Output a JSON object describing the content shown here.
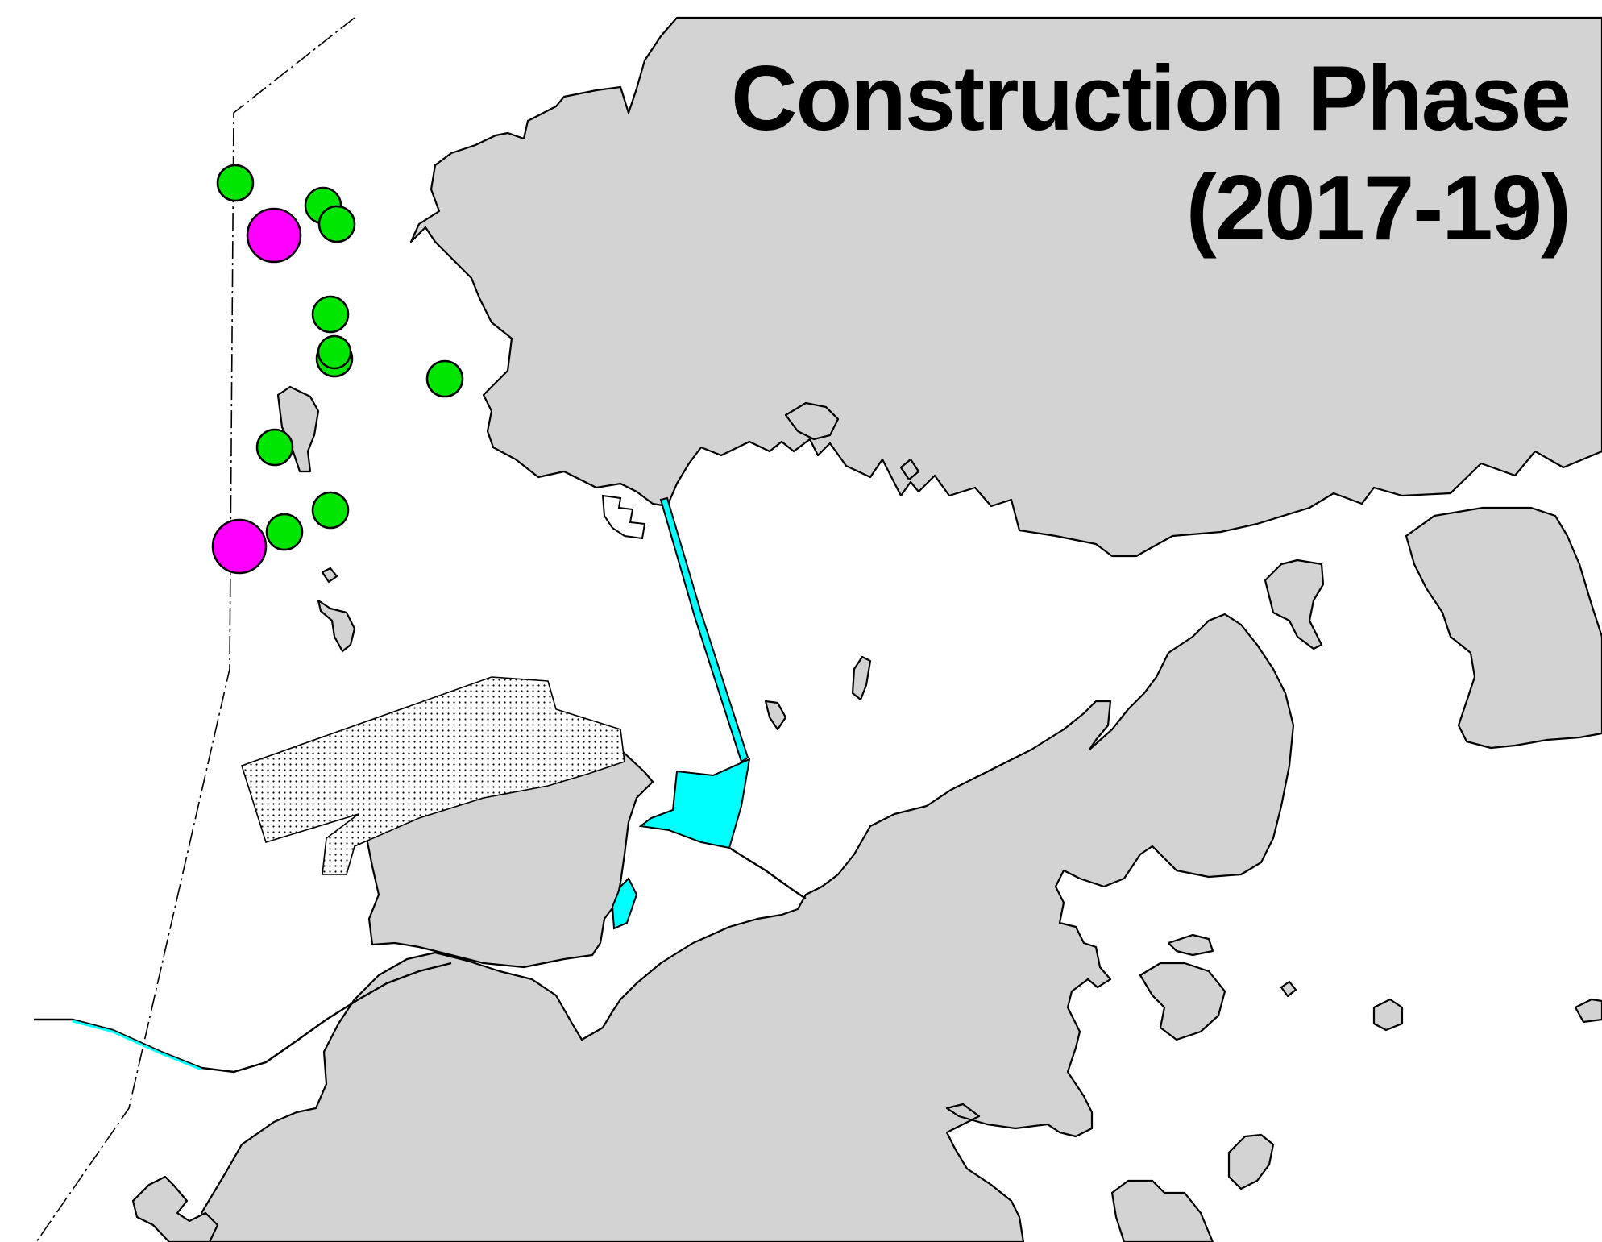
{
  "title": {
    "line1": "Construction Phase",
    "line2": "(2017-19)"
  },
  "map": {
    "colors": {
      "land": "#d3d3d3",
      "water": "#ffffff",
      "works_area": "#00ffff",
      "marker_green": "#00e600",
      "marker_magenta": "#ff00ff"
    },
    "marker_types": [
      "green-circle-small",
      "magenta-circle-large"
    ]
  }
}
